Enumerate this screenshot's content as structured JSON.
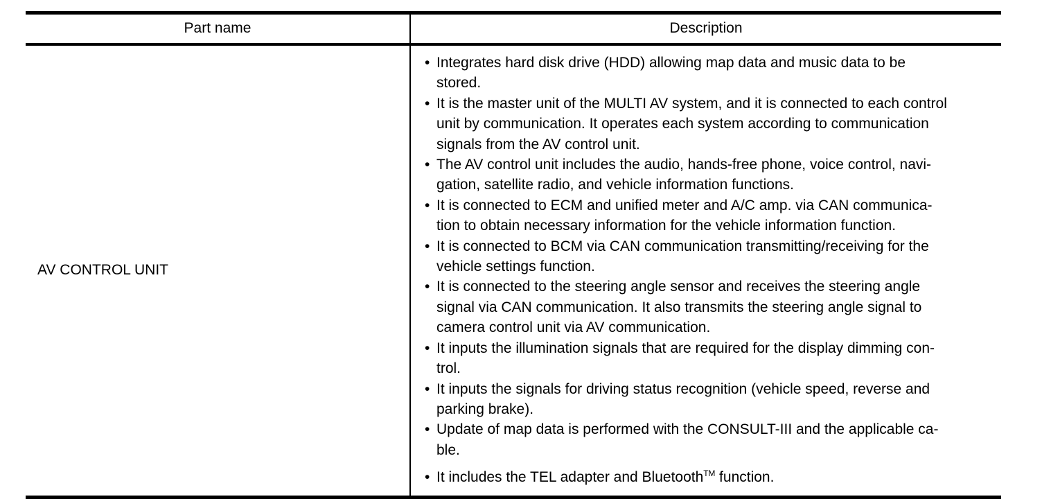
{
  "table": {
    "headers": {
      "part_name": "Part name",
      "description": "Description"
    },
    "rows": [
      {
        "part_name": "AV CONTROL UNIT",
        "bullet_marker": "•",
        "description_bullets": [
          {
            "text": "Integrates hard disk drive (HDD) allowing map data and music data to be stored.",
            "lines": [
              "Integrates hard disk drive (HDD) allowing map data and music data to be",
              "stored."
            ]
          },
          {
            "text": "It is the master unit of the MULTI AV system, and it is connected to each control unit by communication. It operates each system according to communication signals from the AV control unit.",
            "lines": [
              "It is the master unit of the MULTI AV system, and it is connected to each control",
              "unit by communication. It operates each system according to communication",
              "signals from the AV control unit."
            ]
          },
          {
            "text": "The AV control unit includes the audio, hands-free phone, voice control, navigation, satellite radio, and vehicle information functions.",
            "lines": [
              "The AV control unit includes the audio, hands-free phone, voice control, navi-",
              "gation, satellite radio, and vehicle information functions."
            ]
          },
          {
            "text": "It is connected to ECM and unified meter and A/C amp. via CAN communication to obtain necessary information for the vehicle information function.",
            "lines": [
              "It is connected to ECM and unified meter and A/C amp. via CAN communica-",
              "tion to obtain necessary information for the vehicle information function."
            ]
          },
          {
            "text": "It is connected to BCM via CAN communication transmitting/receiving for the vehicle settings function.",
            "lines": [
              "It is connected to BCM via CAN communication transmitting/receiving for the",
              "vehicle settings function."
            ]
          },
          {
            "text": "It is connected to the steering angle sensor and receives the steering angle signal via CAN communication. It also transmits the steering angle signal to camera control unit via AV communication.",
            "lines": [
              "It is connected to the steering angle sensor and receives the steering angle",
              "signal via CAN communication. It also transmits the steering angle signal to",
              "camera control unit via AV communication."
            ]
          },
          {
            "text": "It inputs the illumination signals that are required for the display dimming control.",
            "lines": [
              "It inputs the illumination signals that are required for the display dimming con-",
              "trol."
            ]
          },
          {
            "text": "It inputs the signals for driving status recognition (vehicle speed, reverse and parking brake).",
            "lines": [
              "It inputs the signals for driving status recognition (vehicle speed, reverse and",
              "parking brake)."
            ]
          },
          {
            "text": "Update of map data is performed with the CONSULT-III and the applicable cable.",
            "lines": [
              "Update of map data is performed with the CONSULT-III and the applicable ca-",
              "ble."
            ]
          },
          {
            "text": "It includes the TEL adapter and Bluetooth™ function.",
            "lines_rich": [
              {
                "pre": "It includes the TEL adapter and Bluetooth",
                "sup": "TM",
                "post": " function."
              }
            ],
            "spaced_above": true
          }
        ]
      }
    ]
  }
}
